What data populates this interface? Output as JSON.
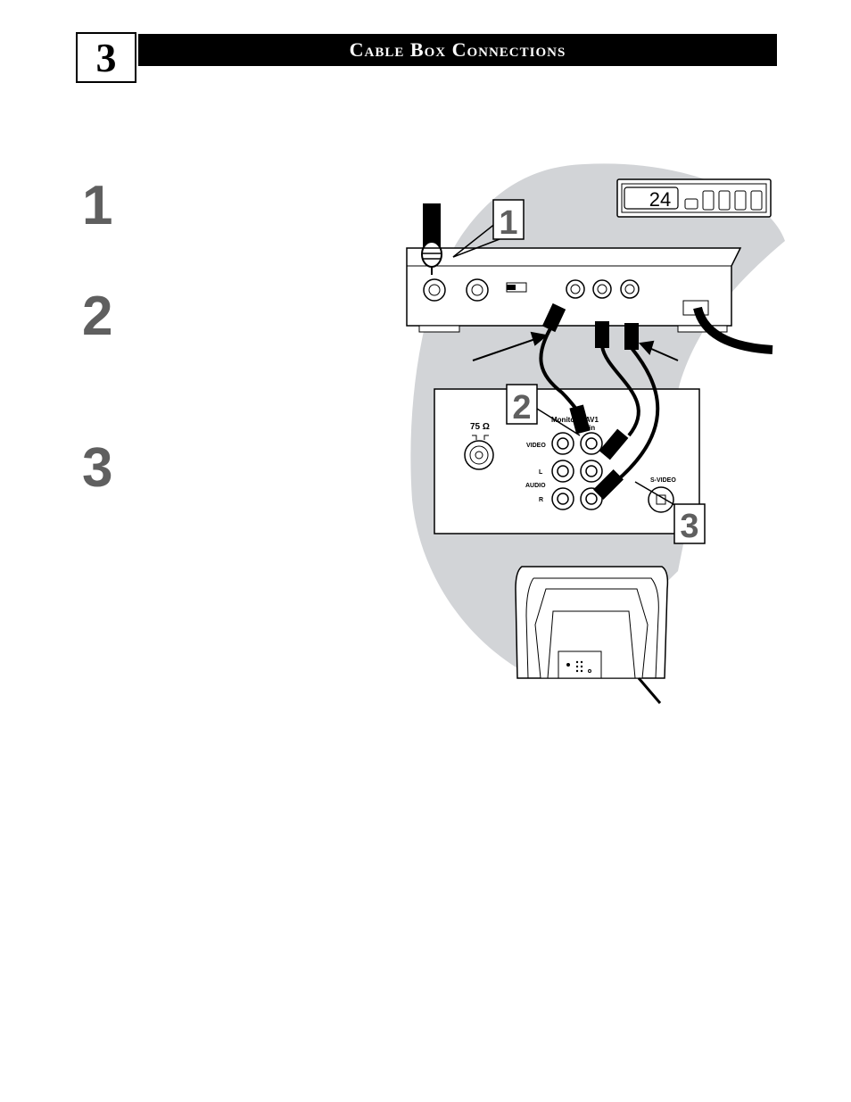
{
  "header": {
    "chapter_number": "3",
    "title": "Cable Box Connections"
  },
  "steps": [
    "1",
    "2",
    "3"
  ],
  "diagram": {
    "cable_box_display": "24",
    "callouts": [
      "1",
      "2",
      "3"
    ],
    "tv_panel": {
      "ohm_label": "75 Ω",
      "monitor_label": "Monitor",
      "av1_label": "AV1",
      "in_label": "in",
      "video_label": "VIDEO",
      "l_label": "L",
      "audio_label": "AUDIO",
      "r_label": "R",
      "svideo_label": "S-VIDEO"
    }
  }
}
